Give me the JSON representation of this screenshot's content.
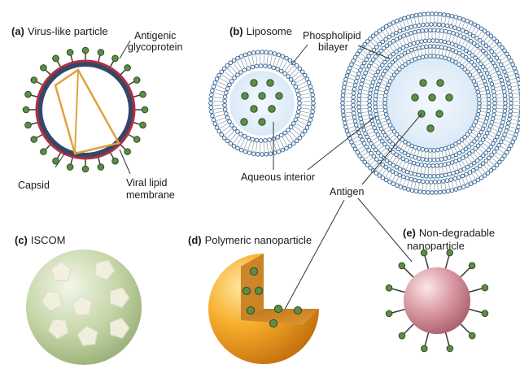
{
  "panels": {
    "a": {
      "letter": "(a)",
      "title": "Virus-like particle"
    },
    "b": {
      "letter": "(b)",
      "title": "Liposome"
    },
    "c": {
      "letter": "(c)",
      "title": "ISCOM"
    },
    "d": {
      "letter": "(d)",
      "title": "Polymeric nanoparticle"
    },
    "e": {
      "letter": "(e)",
      "title_line1": "Non-degradable",
      "title_line2": "nanoparticle"
    }
  },
  "labels": {
    "antigenic_glycoprotein_1": "Antigenic",
    "antigenic_glycoprotein_2": "glycoprotein",
    "capsid": "Capsid",
    "viral_lipid_membrane_1": "Viral lipid",
    "viral_lipid_membrane_2": "membrane",
    "phospholipid_bilayer_1": "Phospholipid",
    "phospholipid_bilayer_2": "bilayer",
    "aqueous_interior": "Aqueous interior",
    "antigen": "Antigen"
  },
  "colors": {
    "antigen_green": "#5c8e45",
    "lipid_blue": "#3d6a98",
    "membrane_red": "#b23040",
    "capsid_orange": "#e0a040",
    "iscom_green": "#c4d3a6",
    "polymer_orange": "#f0a020",
    "sphere_pink": "#d48f98"
  }
}
